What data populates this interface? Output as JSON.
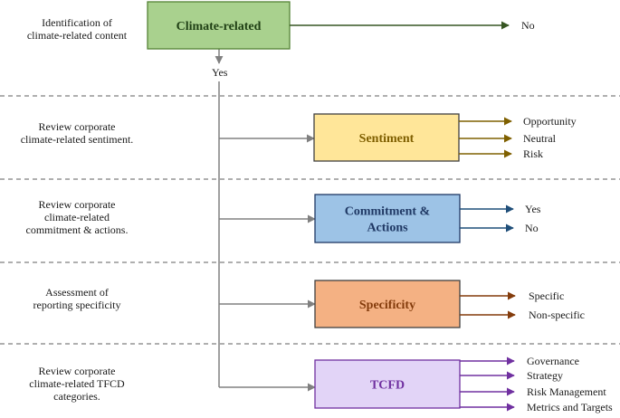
{
  "stages": [
    {
      "id": "climate",
      "description": [
        "Identification of",
        "climate-related content"
      ],
      "box": {
        "label": [
          "Climate-related"
        ],
        "fill": "#a9d18e",
        "stroke": "#548235",
        "text": "#1f3f14"
      },
      "arrow_color": "#375623",
      "no_label": "No",
      "yes_label": "Yes"
    },
    {
      "id": "sentiment",
      "description": [
        "Review corporate",
        "climate-related sentiment."
      ],
      "box": {
        "label": [
          "Sentiment"
        ],
        "fill": "#ffe699",
        "stroke": "#404040",
        "text": "#7f5f00"
      },
      "arrow_color": "#7f6000",
      "outputs": [
        "Opportunity",
        "Neutral",
        "Risk"
      ]
    },
    {
      "id": "commitment",
      "description": [
        "Review corporate",
        "climate-related",
        "commitment & actions."
      ],
      "box": {
        "label": [
          "Commitment &",
          "Actions"
        ],
        "fill": "#9dc3e6",
        "stroke": "#1f3864",
        "text": "#1f3864"
      },
      "arrow_color": "#1f4e79",
      "outputs": [
        "Yes",
        "No"
      ]
    },
    {
      "id": "specificity",
      "description": [
        "Assessment of",
        "reporting specificity"
      ],
      "box": {
        "label": [
          "Specificity"
        ],
        "fill": "#f4b183",
        "stroke": "#404040",
        "text": "#843c0c"
      },
      "arrow_color": "#843c0c",
      "outputs": [
        "Specific",
        "Non-specific"
      ]
    },
    {
      "id": "tcfd",
      "description": [
        "Review corporate",
        "climate-related TFCD",
        "categories."
      ],
      "box": {
        "label": [
          "TCFD"
        ],
        "fill": "#e2d4f7",
        "stroke": "#7030a0",
        "text": "#7030a0"
      },
      "arrow_color": "#7030a0",
      "outputs": [
        "Governance",
        "Strategy",
        "Risk Management",
        "Metrics and Targets"
      ]
    }
  ],
  "colors": {
    "connector": "#808080",
    "divider": "#7f7f7f"
  }
}
